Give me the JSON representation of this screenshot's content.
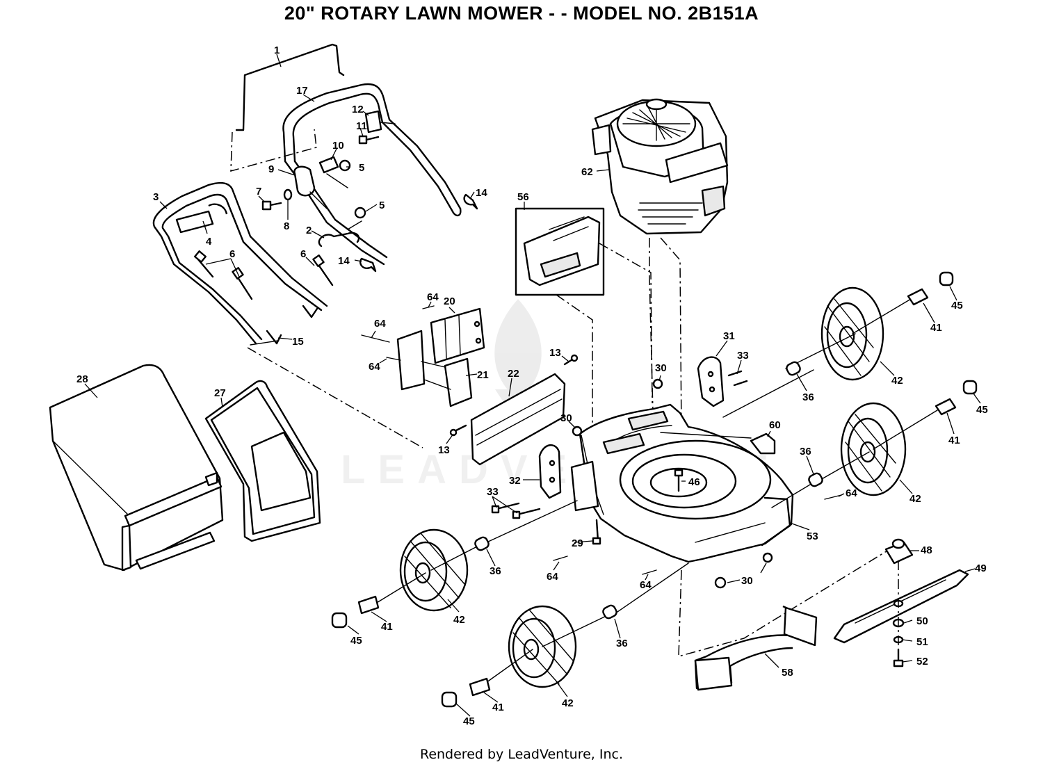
{
  "title": "20\" ROTARY LAWN MOWER - - MODEL NO. 2B151A",
  "footer": "Rendered by LeadVenture, Inc.",
  "watermark": "LEADVENTURE",
  "colors": {
    "ink": "#000000",
    "paper": "#ffffff",
    "watermark": "#ececec"
  },
  "callouts": [
    {
      "id": "c1",
      "text": "1"
    },
    {
      "id": "c17",
      "text": "17"
    },
    {
      "id": "c12",
      "text": "12"
    },
    {
      "id": "c11",
      "text": "11"
    },
    {
      "id": "c10",
      "text": "10"
    },
    {
      "id": "c9",
      "text": "9"
    },
    {
      "id": "c5a",
      "text": "5"
    },
    {
      "id": "c7",
      "text": "7"
    },
    {
      "id": "c8",
      "text": "8"
    },
    {
      "id": "c5b",
      "text": "5"
    },
    {
      "id": "c3",
      "text": "3"
    },
    {
      "id": "c4",
      "text": "4"
    },
    {
      "id": "c2",
      "text": "2"
    },
    {
      "id": "c14a",
      "text": "14"
    },
    {
      "id": "c14b",
      "text": "14"
    },
    {
      "id": "c6a",
      "text": "6"
    },
    {
      "id": "c6b",
      "text": "6"
    },
    {
      "id": "c15",
      "text": "15"
    },
    {
      "id": "c62",
      "text": "62"
    },
    {
      "id": "c56",
      "text": "56"
    },
    {
      "id": "c64a",
      "text": "64"
    },
    {
      "id": "c20",
      "text": "20"
    },
    {
      "id": "c64b",
      "text": "64"
    },
    {
      "id": "c64c",
      "text": "64"
    },
    {
      "id": "c21",
      "text": "21"
    },
    {
      "id": "c13a",
      "text": "13"
    },
    {
      "id": "c22",
      "text": "22"
    },
    {
      "id": "c13b",
      "text": "13"
    },
    {
      "id": "c30a",
      "text": "30"
    },
    {
      "id": "c30b",
      "text": "30"
    },
    {
      "id": "c31",
      "text": "31"
    },
    {
      "id": "c33a",
      "text": "33"
    },
    {
      "id": "c60",
      "text": "60"
    },
    {
      "id": "c46",
      "text": "46"
    },
    {
      "id": "c32",
      "text": "32"
    },
    {
      "id": "c33b",
      "text": "33"
    },
    {
      "id": "c28",
      "text": "28"
    },
    {
      "id": "c27",
      "text": "27"
    },
    {
      "id": "c45a",
      "text": "45"
    },
    {
      "id": "c41a",
      "text": "41"
    },
    {
      "id": "c42a",
      "text": "42"
    },
    {
      "id": "c36a",
      "text": "36"
    },
    {
      "id": "c45b",
      "text": "45"
    },
    {
      "id": "c41b",
      "text": "41"
    },
    {
      "id": "c36b",
      "text": "36"
    },
    {
      "id": "c42b",
      "text": "42"
    },
    {
      "id": "c64d",
      "text": "64"
    },
    {
      "id": "c53",
      "text": "53"
    },
    {
      "id": "c29",
      "text": "29"
    },
    {
      "id": "c64e",
      "text": "64"
    },
    {
      "id": "c36c",
      "text": "36"
    },
    {
      "id": "c42c",
      "text": "42"
    },
    {
      "id": "c64f",
      "text": "64"
    },
    {
      "id": "c30c",
      "text": "30"
    },
    {
      "id": "c48",
      "text": "48"
    },
    {
      "id": "c49",
      "text": "49"
    },
    {
      "id": "c45c",
      "text": "45"
    },
    {
      "id": "c41c",
      "text": "41"
    },
    {
      "id": "c36d",
      "text": "36"
    },
    {
      "id": "c50",
      "text": "50"
    },
    {
      "id": "c51",
      "text": "51"
    },
    {
      "id": "c52",
      "text": "52"
    },
    {
      "id": "c58",
      "text": "58"
    },
    {
      "id": "c45d",
      "text": "45"
    },
    {
      "id": "c41d",
      "text": "41"
    },
    {
      "id": "c42d",
      "text": "42"
    }
  ]
}
